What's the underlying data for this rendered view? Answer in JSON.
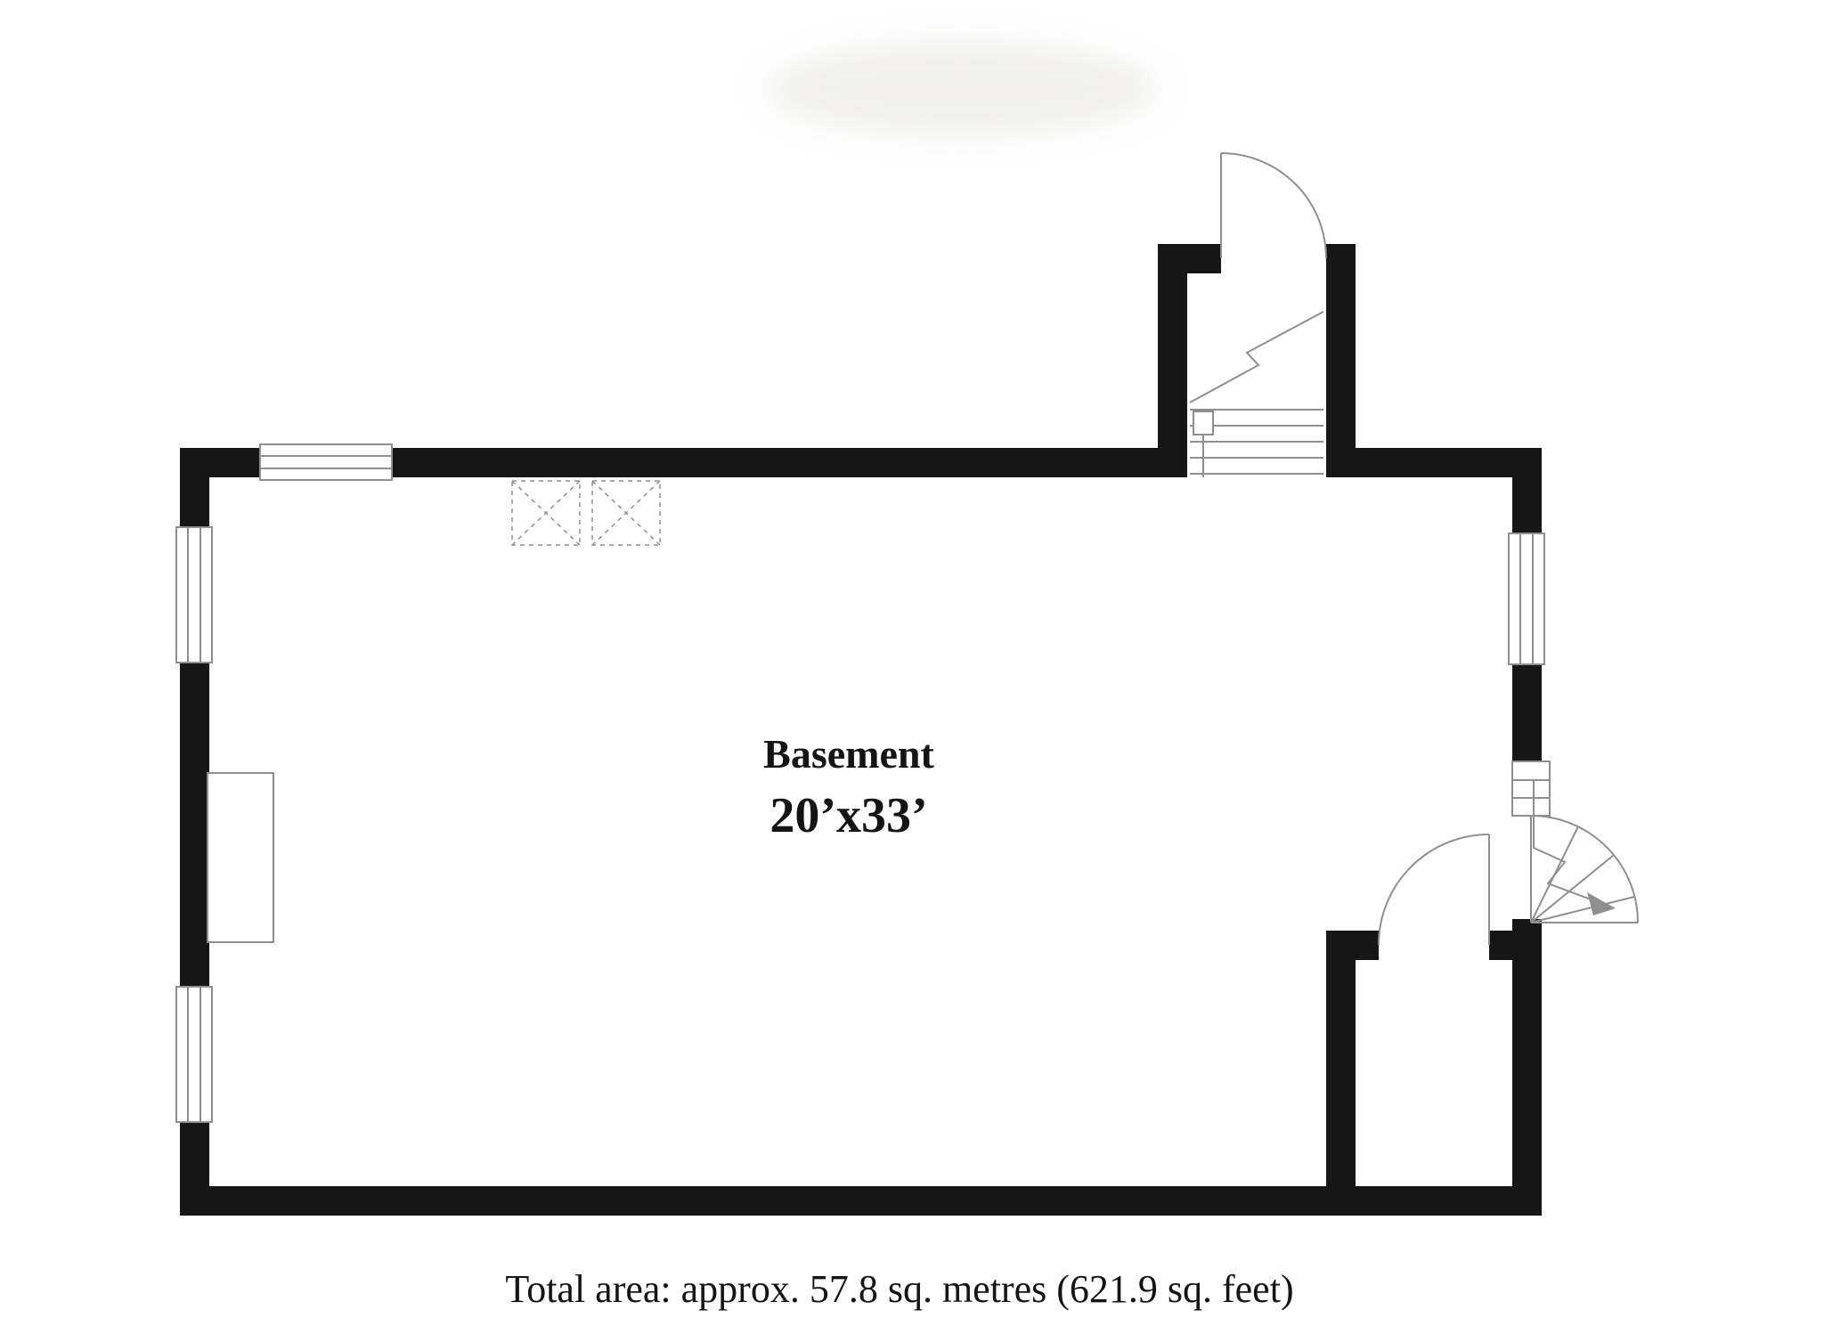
{
  "colors": {
    "background": "#ffffff",
    "wall-color": "#161616",
    "line-color": "#8f8f8f",
    "text-color": "#141414"
  },
  "floorplan": {
    "room": {
      "name": "Basement",
      "dimensions": "20’x33’"
    },
    "footer": "Total area: approx. 57.8 sq. metres (621.9 sq. feet)"
  }
}
